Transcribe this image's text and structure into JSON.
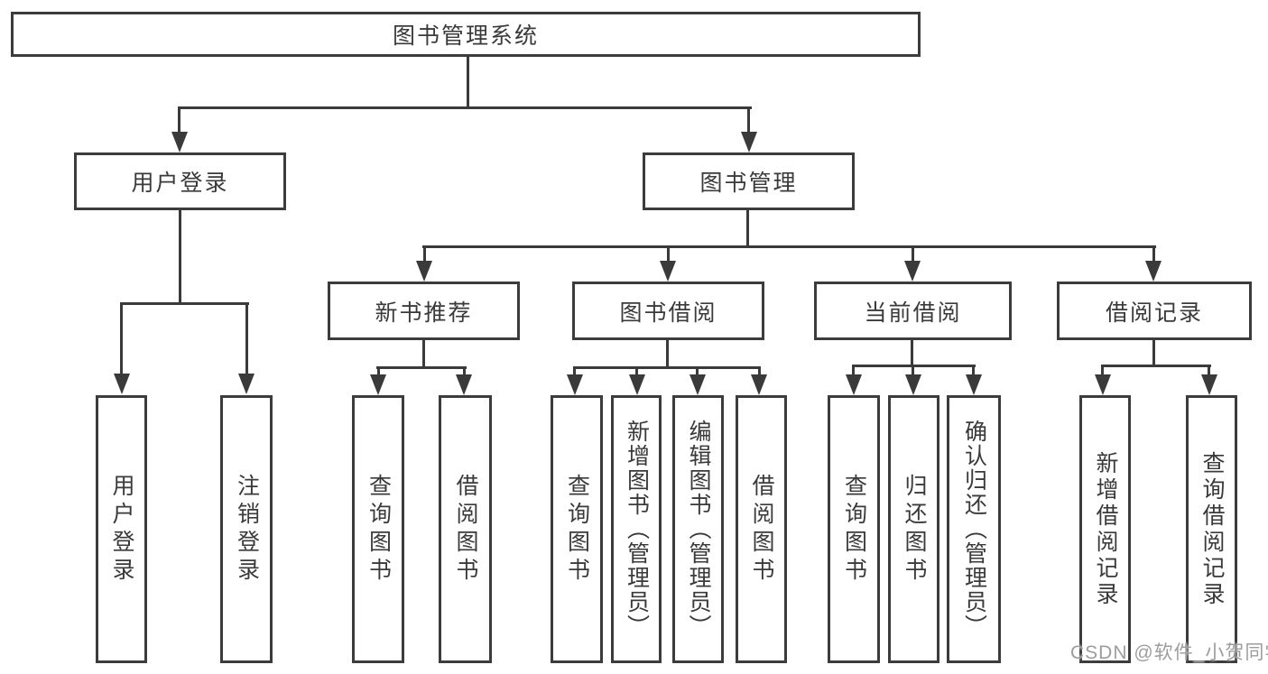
{
  "diagram": {
    "type": "hierarchy-tree",
    "line_color": "#3a3a3a",
    "text_color": "#3a3a3a",
    "background": "#ffffff",
    "root": {
      "label": "图书管理系统"
    },
    "branches": [
      {
        "label": "用户登录",
        "children": [
          {
            "label": "用户登录"
          },
          {
            "label": "注销登录"
          }
        ]
      },
      {
        "label": "图书管理",
        "children": [
          {
            "label": "新书推荐",
            "children": [
              {
                "label": "查询图书"
              },
              {
                "label": "借阅图书"
              }
            ]
          },
          {
            "label": "图书借阅",
            "children": [
              {
                "label": "查询图书"
              },
              {
                "label": "新增图书（管理员）"
              },
              {
                "label": "编辑图书（管理员）"
              },
              {
                "label": "借阅图书"
              }
            ]
          },
          {
            "label": "当前借阅",
            "children": [
              {
                "label": "查询图书"
              },
              {
                "label": "归还图书"
              },
              {
                "label": "确认归还（管理员）"
              }
            ]
          },
          {
            "label": "借阅记录",
            "children": [
              {
                "label": "新增借阅记录"
              },
              {
                "label": "查询借阅记录"
              }
            ]
          }
        ]
      }
    ],
    "watermark": "CSDN @软件_小贺同学"
  }
}
